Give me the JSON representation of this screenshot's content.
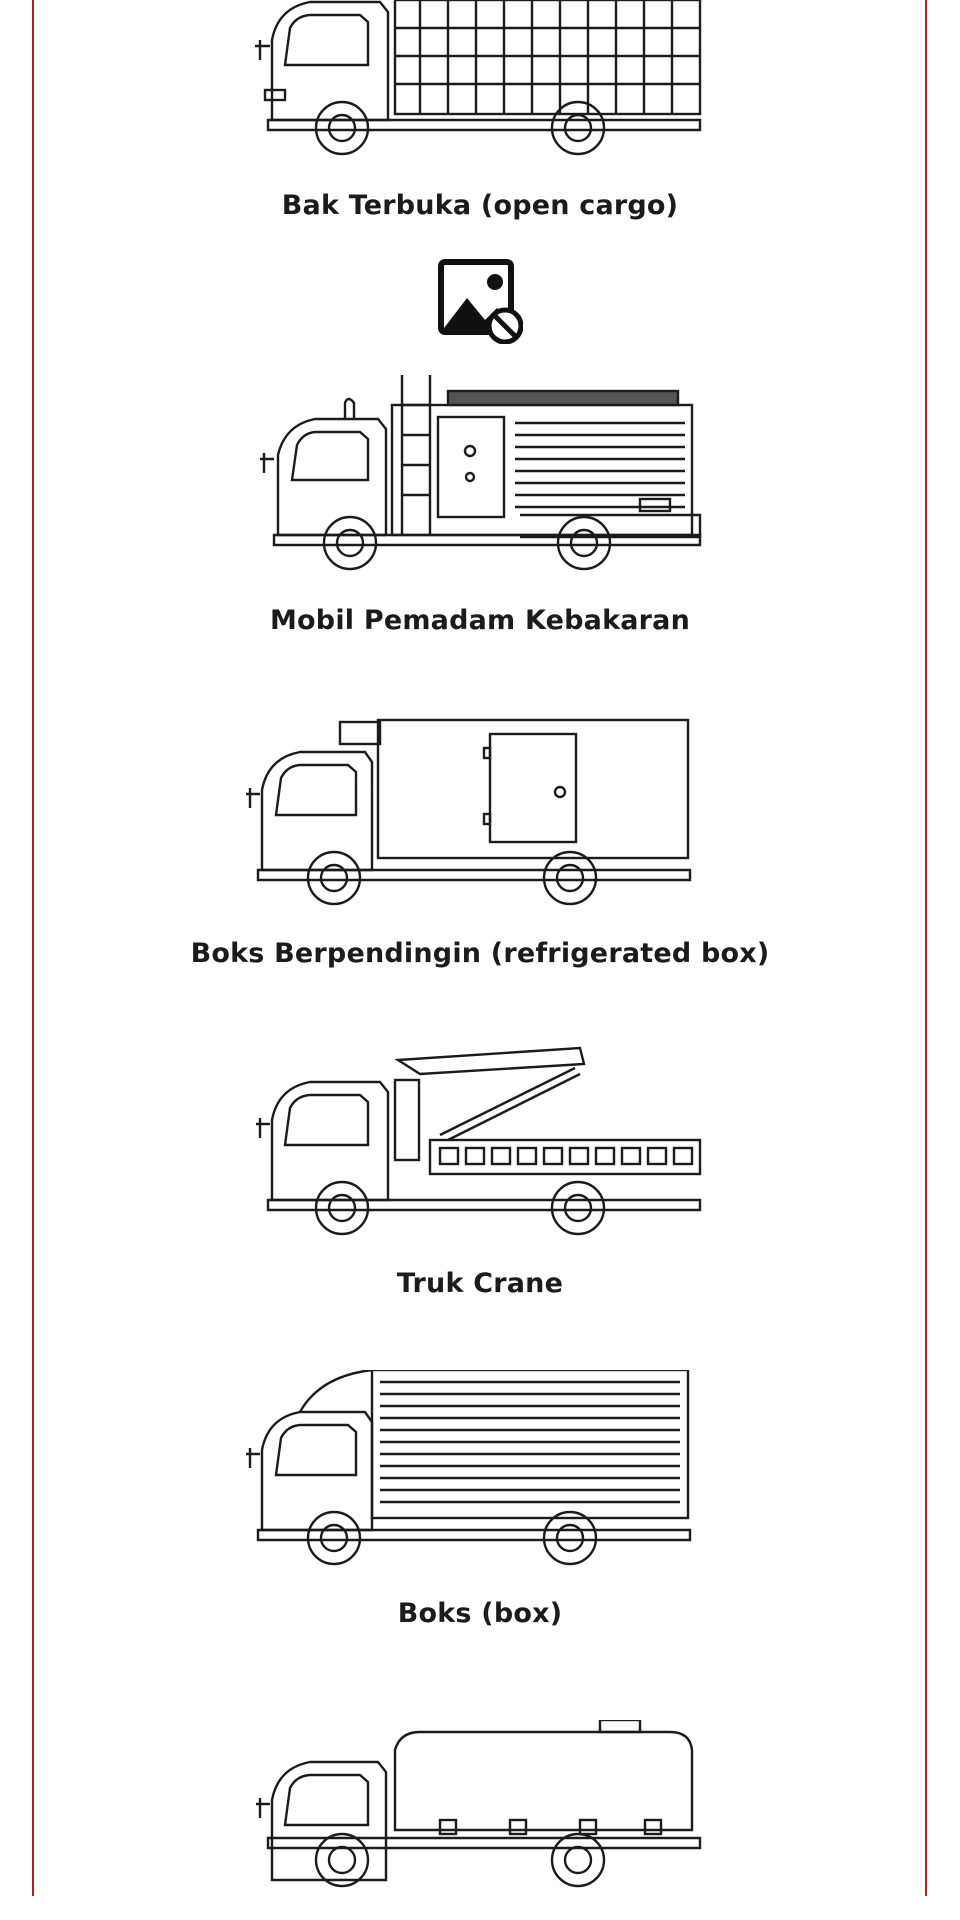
{
  "trucks": [
    {
      "caption": "Bak Terbuka (open cargo)"
    },
    {
      "caption": "Mobil Pemadam Kebakaran"
    },
    {
      "caption": "Boks Berpendingin (refrigerated box)"
    },
    {
      "caption": "Truk Crane"
    },
    {
      "caption": "Boks (box)"
    },
    {
      "caption": ""
    }
  ],
  "icons": {
    "broken_image": "broken-image-icon"
  },
  "colors": {
    "border": "#b21e2a",
    "line": "#1b1b1b"
  }
}
